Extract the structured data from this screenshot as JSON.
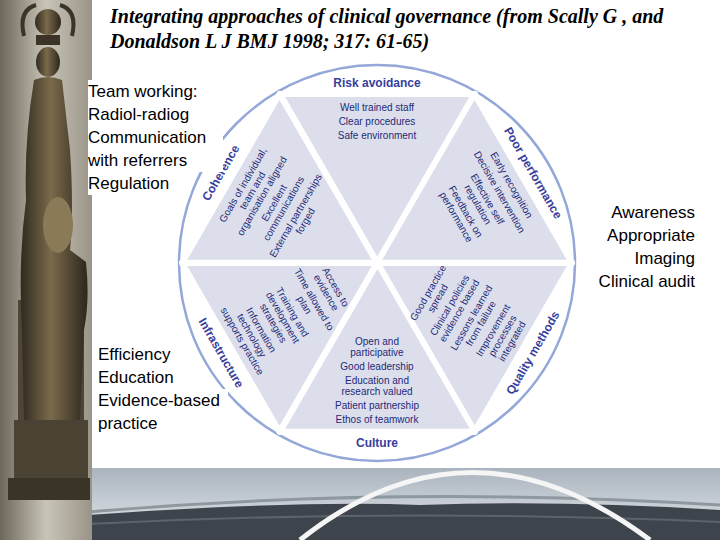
{
  "diagram": {
    "title": "Integrating approaches of clinical governance (from Scally G , and Donaldson L J BMJ 1998; 317: 61-65)",
    "nodes": [
      {
        "text": [
          "Risk avoidance",
          "Well trained staff",
          "Clear procedures",
          "Safe environment"
        ]
      },
      {
        "text": [
          "Poor performance",
          "Early recognition",
          "Decisive intervention",
          "Effective self regulation",
          "Feedback on performance"
        ]
      },
      {
        "text": [
          "Quality methods",
          "Good practice spread",
          "Clinical policies evidence based",
          "Lessons learned from failure",
          "Improvement processes integrated"
        ]
      },
      {
        "text": [
          "Culture",
          "Open and participative",
          "Good leadership",
          "Education and research valued",
          "Patient partnership",
          "Ethos of teamwork"
        ]
      },
      {
        "text": [
          "Infrastructure",
          "Access to evidence",
          "Time allowed to plan",
          "Training and development strategies",
          "Information technology supports practice"
        ]
      },
      {
        "text": [
          "Coherence",
          "Goals of individual, team and organisation aligned",
          "Excellent communications",
          "External partnerships forged"
        ]
      }
    ],
    "labels": [
      "Team working:",
      "Radiol-radiog",
      "Communication with referrers",
      "Regulation",
      "Awareness",
      "Appropriate Imaging",
      "Clinical audit",
      "Efficiency",
      "Education",
      "Evidence-based practice"
    ]
  }
}
